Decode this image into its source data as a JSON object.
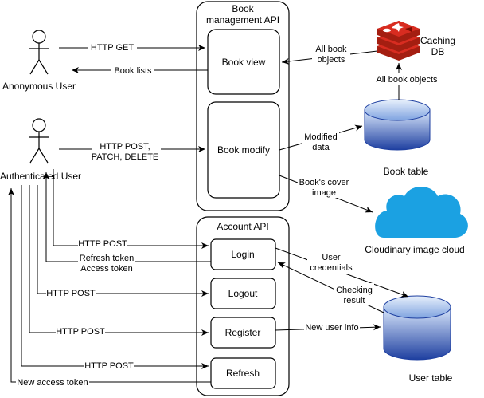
{
  "actors": {
    "anonymous": "Anonymous User",
    "authenticated": "Authenticated User"
  },
  "book_api": {
    "title_line1": "Book",
    "title_line2": "management API",
    "book_view": "Book view",
    "book_modify": "Book modify"
  },
  "account_api": {
    "title": "Account API",
    "login": "Login",
    "logout": "Logout",
    "register": "Register",
    "refresh": "Refresh"
  },
  "stores": {
    "caching_db_line1": "Caching",
    "caching_db_line2": "DB",
    "book_table": "Book table",
    "cloudinary": "Cloudinary image cloud",
    "user_table": "User table"
  },
  "edges": {
    "http_get": "HTTP GET",
    "book_lists": "Book lists",
    "http_post_patch_delete_line1": "HTTP POST,",
    "http_post_patch_delete_line2": "PATCH, DELETE",
    "all_book_objects_cache_line1": "All book",
    "all_book_objects_cache_line2": "objects",
    "all_book_objects_table": "All book objects",
    "modified_data_line1": "Modified",
    "modified_data_line2": "data",
    "cover_image_line1": "Book's cover",
    "cover_image_line2": "image",
    "login_post": "HTTP POST",
    "refresh_token": "Refresh token",
    "access_token": "Access token",
    "user_credentials_line1": "User",
    "user_credentials_line2": "credentials",
    "checking_result_line1": "Checking",
    "checking_result_line2": "result",
    "logout_post": "HTTP POST",
    "register_post": "HTTP POST",
    "new_user_info": "New user info",
    "refresh_post": "HTTP POST",
    "new_access_token": "New access token"
  },
  "colors": {
    "cylinder_top": "#dae8fc",
    "cylinder_bottom": "#1e3fa0",
    "cloud": "#1ba1e2",
    "redis_red": "#d82c20"
  }
}
